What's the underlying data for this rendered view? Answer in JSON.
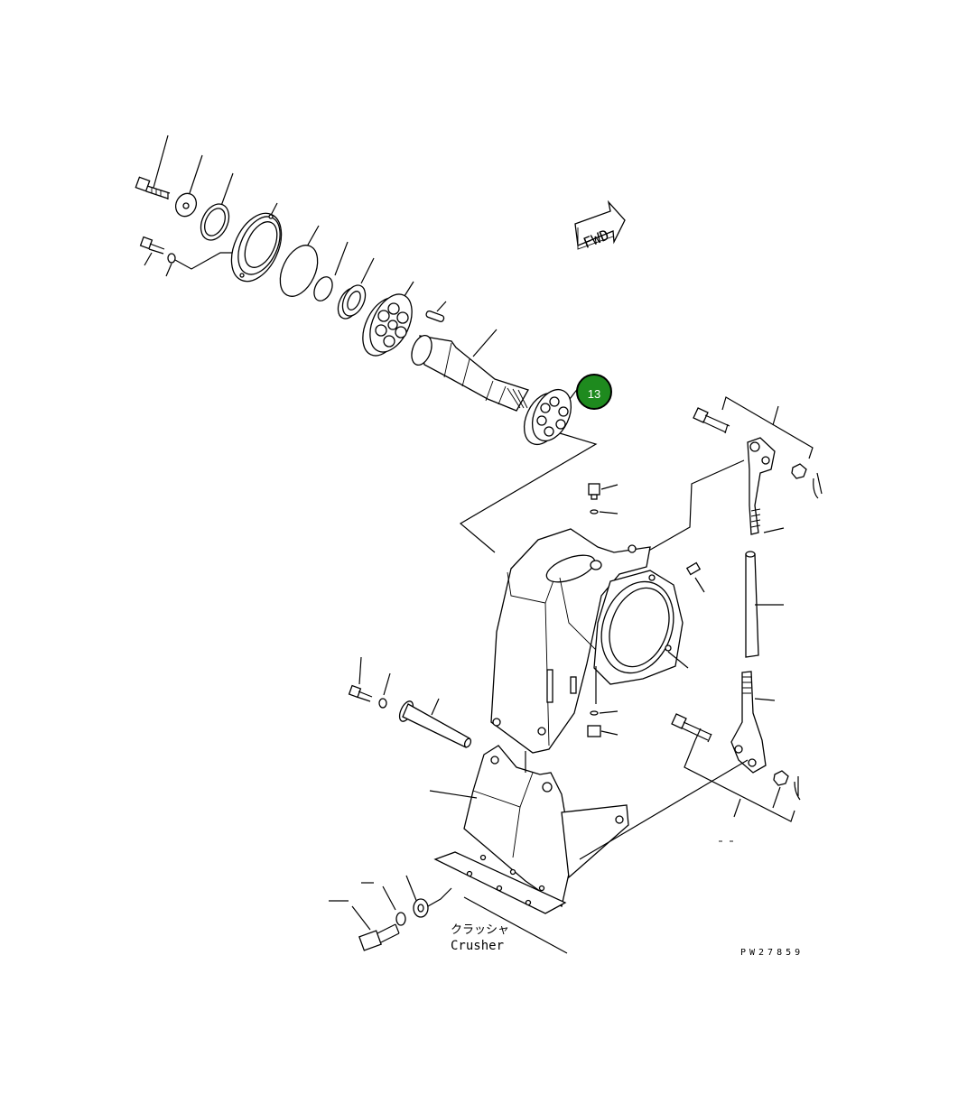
{
  "diagram": {
    "fwd_label": "FWD",
    "caption_jp": "クラッシャ",
    "caption_en": "Crusher",
    "drawing_code": "PW27859",
    "highlight": {
      "number": "13",
      "color": "#1e8a1e"
    }
  }
}
